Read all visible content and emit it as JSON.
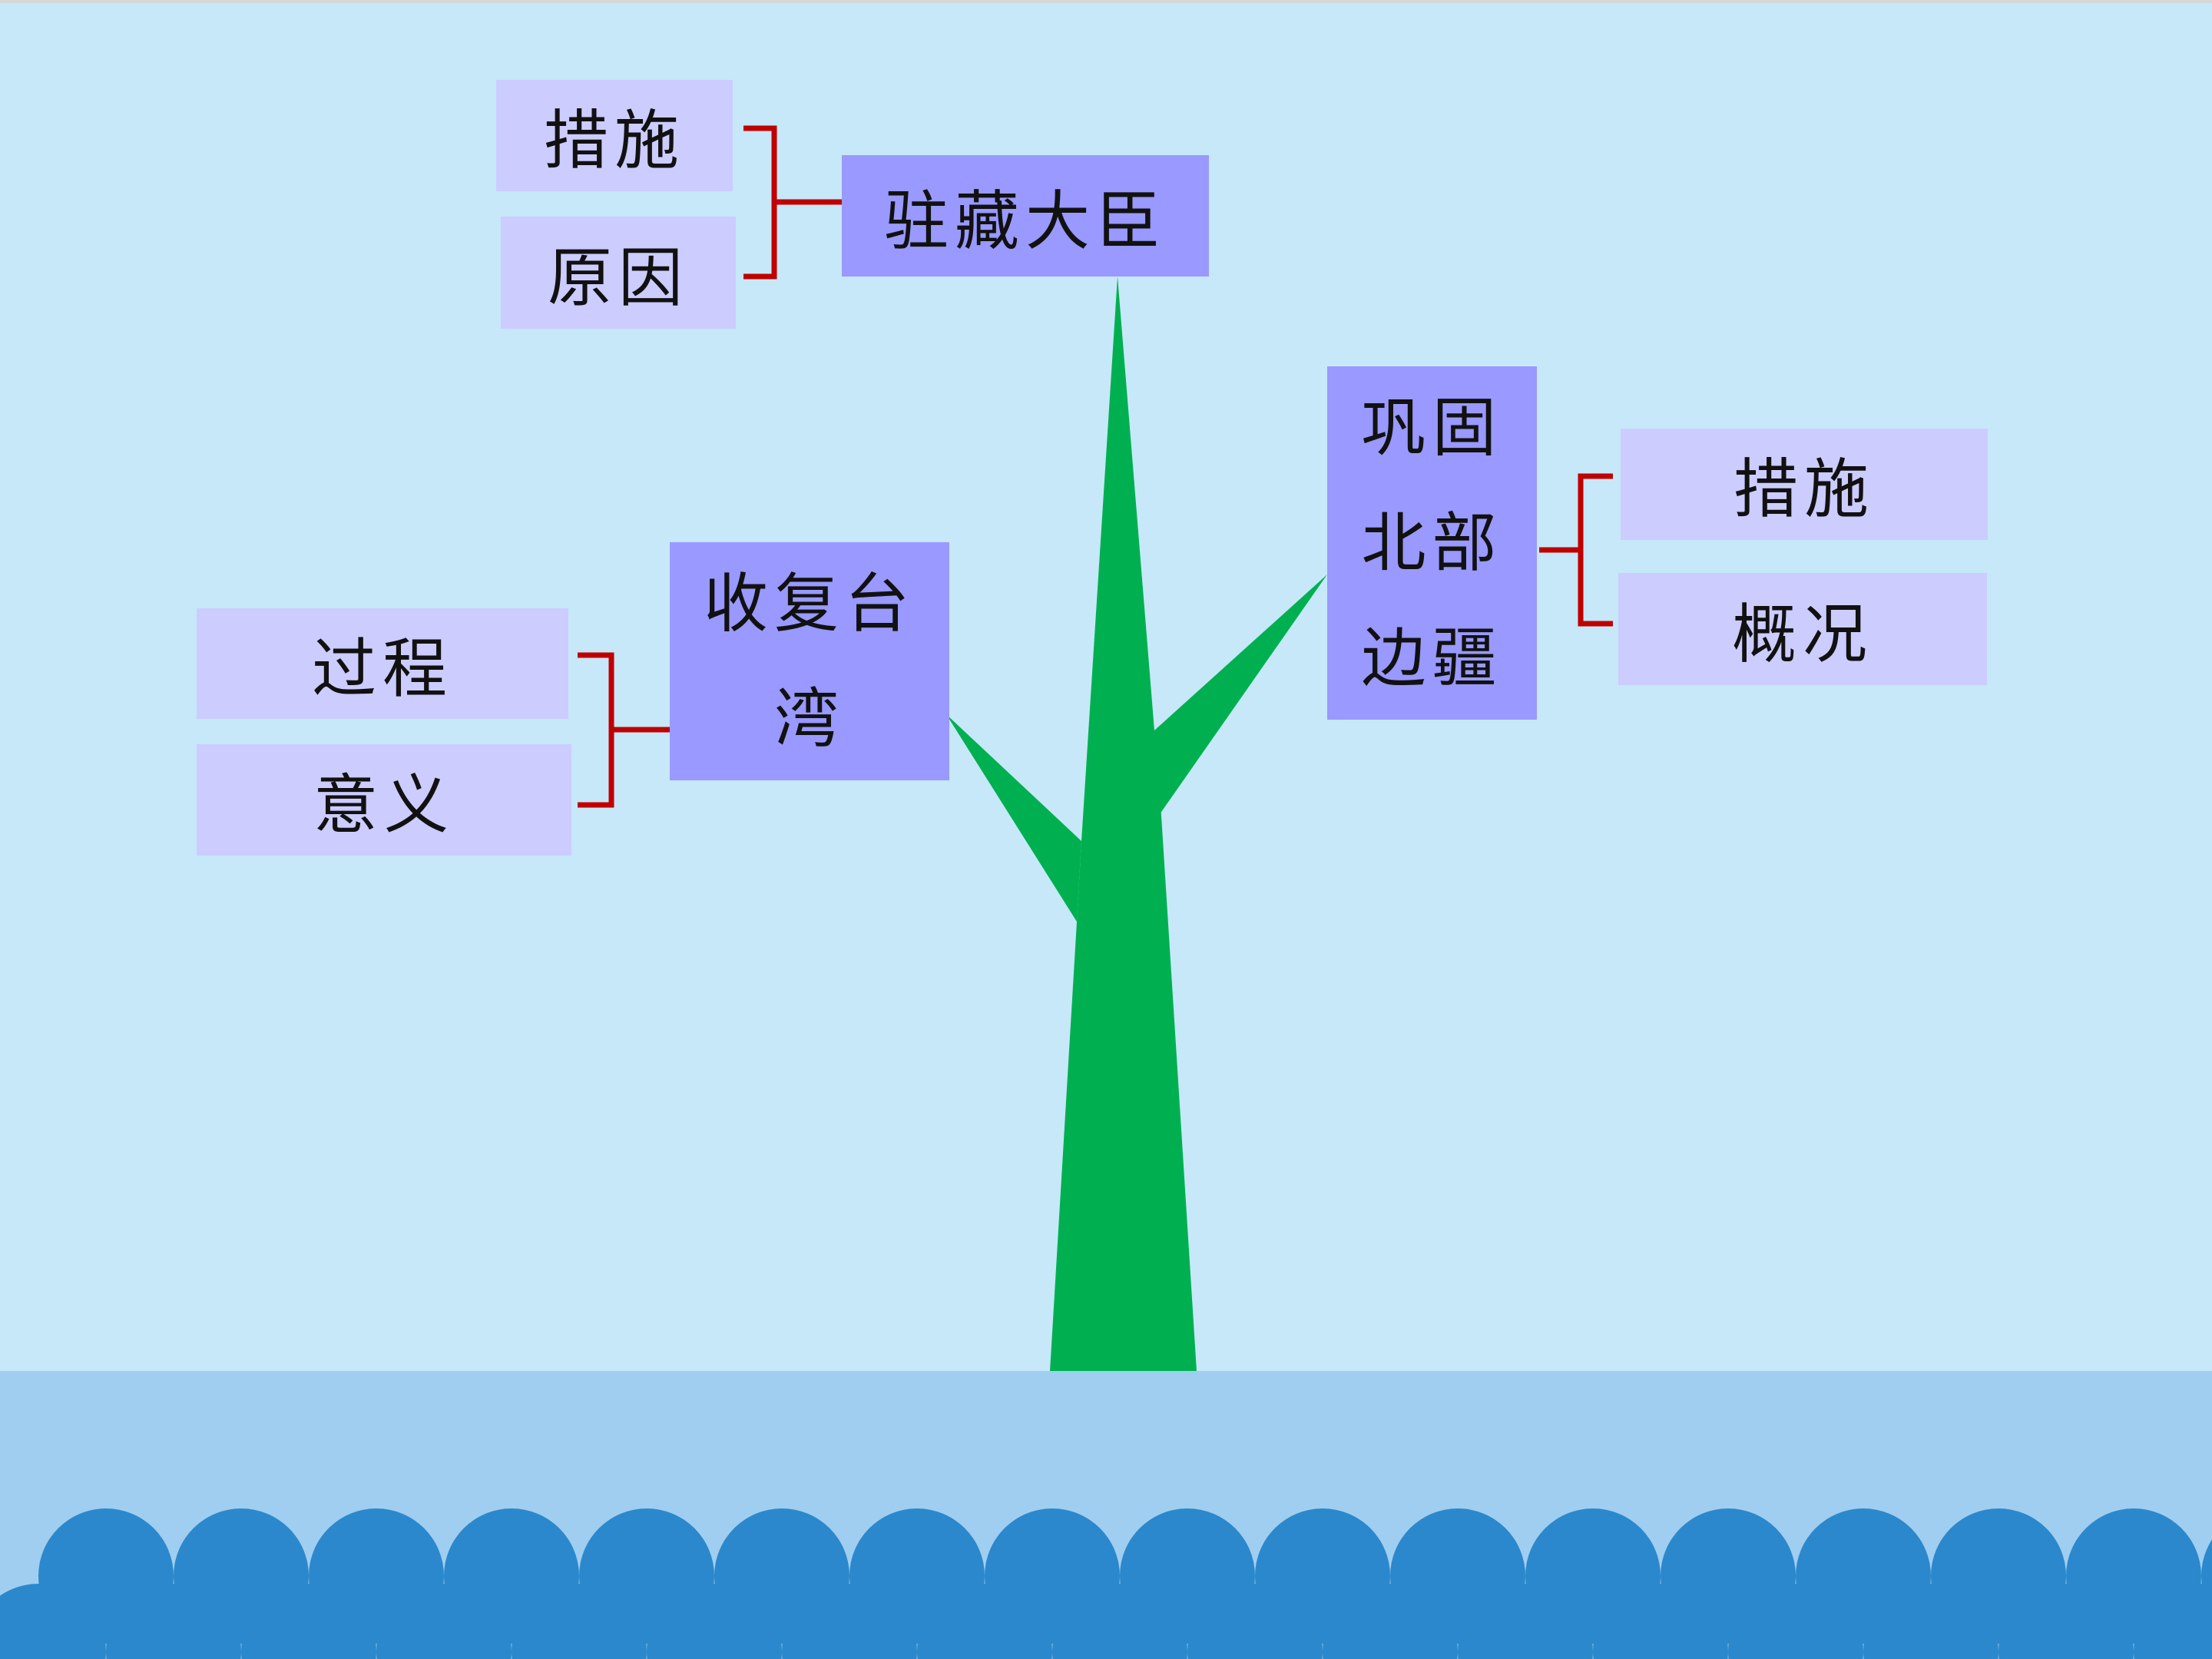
{
  "colors": {
    "sky": "#c6e8f9",
    "ground": "#a0cef0",
    "waves": "#2b88cc",
    "trunk": "#00b050",
    "main_node": "#9999ff",
    "sub_node": "#ccccff",
    "bracket": "#c00000"
  },
  "tree": {
    "top": {
      "title": "驻藏大臣",
      "items": [
        "措施",
        "原因"
      ]
    },
    "left": {
      "title_line1": "收复台",
      "title_line2": "湾",
      "items": [
        "过程",
        "意义"
      ]
    },
    "right": {
      "title_line1": "巩固",
      "title_line2": "北部",
      "title_line3": "边疆",
      "items": [
        "措施",
        "概况"
      ]
    }
  }
}
